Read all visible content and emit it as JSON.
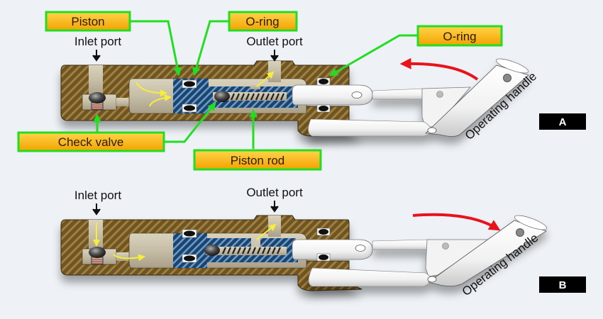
{
  "title": "Hand pump operation diagram",
  "colors": {
    "callout_border": "#22dd22",
    "callout_fill_top": "#ffcc33",
    "callout_fill_bottom": "#f5a400",
    "housing": "#6e5424",
    "fluid": "#c8bfa8",
    "piston": "#1f4f80",
    "direction_arrow": "#e8141b",
    "flow_arrow": "#f5ef3a",
    "background": "#eef2f6"
  },
  "callouts": {
    "piston": "Piston",
    "o_ring_inner": "O-ring",
    "o_ring_outer": "O-ring",
    "check_valve": "Check valve",
    "piston_rod": "Piston rod"
  },
  "panels": [
    {
      "id": "A",
      "badge": "A",
      "inlet_label": "Inlet port",
      "outlet_label": "Outlet port",
      "handle_label": "Operating handle",
      "handle_motion": "counter-clockwise (up)"
    },
    {
      "id": "B",
      "badge": "B",
      "inlet_label": "Inlet port",
      "outlet_label": "Outlet port",
      "handle_label": "Operating handle",
      "handle_motion": "clockwise (down)"
    }
  ]
}
